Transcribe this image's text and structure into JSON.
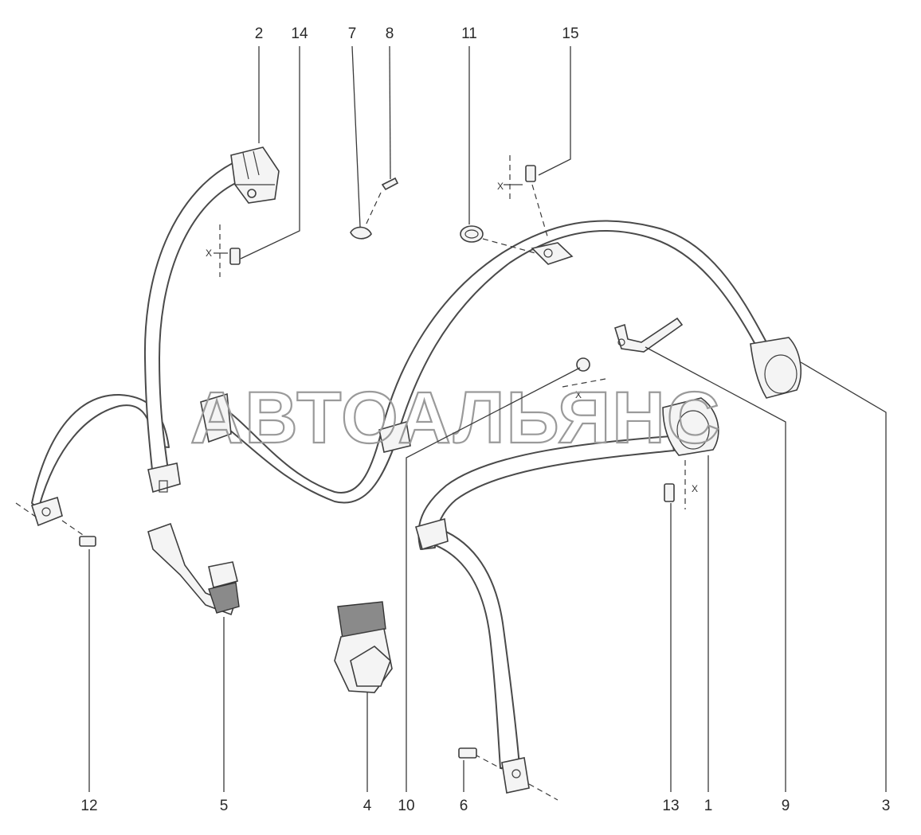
{
  "watermark": "АВТОАЛЬЯНС",
  "dimension_mark": "X",
  "part_numbers": {
    "top": [
      "2",
      "14",
      "7",
      "8",
      "11",
      "15"
    ],
    "bottom": [
      "12",
      "5",
      "4",
      "10",
      "6",
      "13",
      "1",
      "9",
      "3"
    ]
  }
}
